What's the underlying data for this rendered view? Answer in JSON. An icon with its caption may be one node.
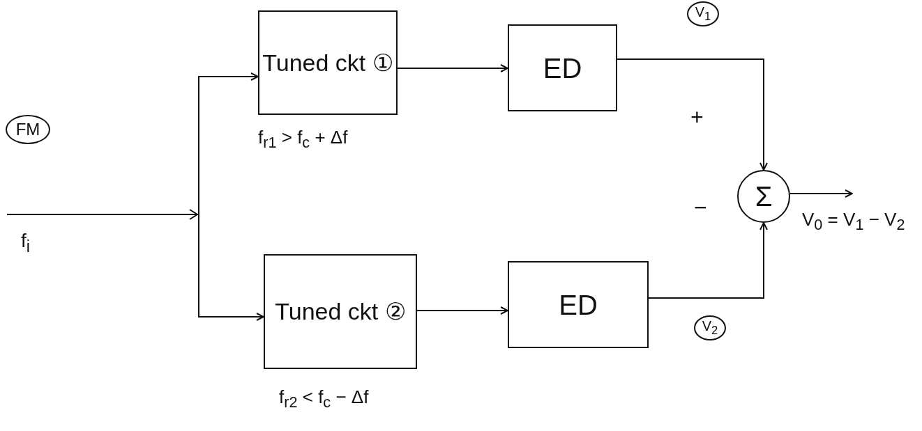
{
  "diagram": {
    "nodes": [
      {
        "text": [
          "Tuned ckt ①"
        ],
        "beside": [
          "f$_{r1}$ > f$_{c}$ + Δf"
        ]
      },
      {
        "text": [
          "ED"
        ]
      },
      {
        "text": [
          "V$_{1}$"
        ]
      },
      {
        "text": [
          "FM"
        ]
      },
      {
        "text": [
          "Σ"
        ]
      },
      {
        "text": [
          "Tuned ckt ②"
        ],
        "beside": [
          "f$_{r2}$ < f$_{c}$ − Δf"
        ]
      },
      {
        "text": [
          "ED"
        ]
      },
      {
        "text": [
          "V$_{2}$"
        ]
      }
    ],
    "edges": [
      {
        "from": null,
        "to": 0,
        "arrow": "to"
      },
      {
        "from": null,
        "to": 5,
        "arrow": "to"
      },
      {
        "from": 0,
        "to": 1,
        "arrow": "to"
      },
      {
        "from": 5,
        "to": 6,
        "arrow": "to"
      },
      {
        "from": 1,
        "to": 4,
        "arrow": "to"
      },
      {
        "from": 6,
        "to": 4,
        "arrow": "to"
      },
      {
        "from": 4,
        "to": null,
        "arrow": "to"
      }
    ],
    "labels": [
      "f$_{i}$",
      "+",
      "−",
      "V$_{0}$ = V$_{1}$ − V$_{2}$"
    ]
  }
}
